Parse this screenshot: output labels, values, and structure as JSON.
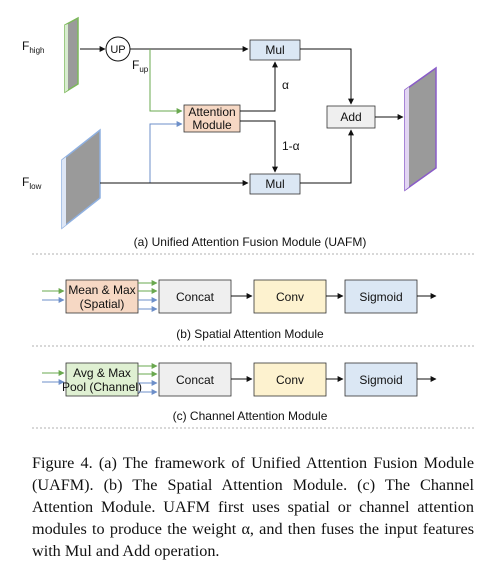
{
  "diagram": {
    "uafm": {
      "labels": {
        "f_high": "F",
        "f_high_sub": "high",
        "f_low": "F",
        "f_low_sub": "low",
        "f_up": "F",
        "f_up_sub": "up",
        "alpha": "α",
        "one_minus_alpha": "1-α"
      },
      "nodes": {
        "up": "UP",
        "mul_top": "Mul",
        "mul_bottom": "Mul",
        "attention_line1": "Attention",
        "attention_line2": "Module",
        "add": "Add"
      },
      "caption": "(a) Unified Attention Fusion Module (UAFM)"
    },
    "spatial": {
      "stats_line1": "Mean & Max",
      "stats_line2": "(Spatial)",
      "concat": "Concat",
      "conv": "Conv",
      "sigmoid": "Sigmoid",
      "caption": "(b) Spatial Attention Module"
    },
    "channel": {
      "stats_line1": "Avg & Max",
      "stats_line2": "Pool (Channel)",
      "concat": "Concat",
      "conv": "Conv",
      "sigmoid": "Sigmoid",
      "caption": "(c) Channel Attention Module"
    },
    "colors": {
      "high_feature_edge": "#7cb85a",
      "low_feature_edge": "#8fb0e0",
      "output_feature_edge": "#8a5cc8",
      "feature_fill": "#9a9a9a",
      "blue_box": "#dbe7f4",
      "orange_box": "#f6d8c4",
      "yellow_box": "#fdf2cf",
      "gray_box": "#efefef",
      "green_line": "#6aa84f",
      "blue_line": "#6d8fc9"
    }
  },
  "figure_caption": "Figure 4. (a) The framework of Unified Attention Fusion Module (UAFM). (b) The Spatial Attention Module. (c) The Channel Attention Module. UAFM first uses spatial or channel attention modules to produce the weight α, and then fuses the input features with Mul and Add operation."
}
